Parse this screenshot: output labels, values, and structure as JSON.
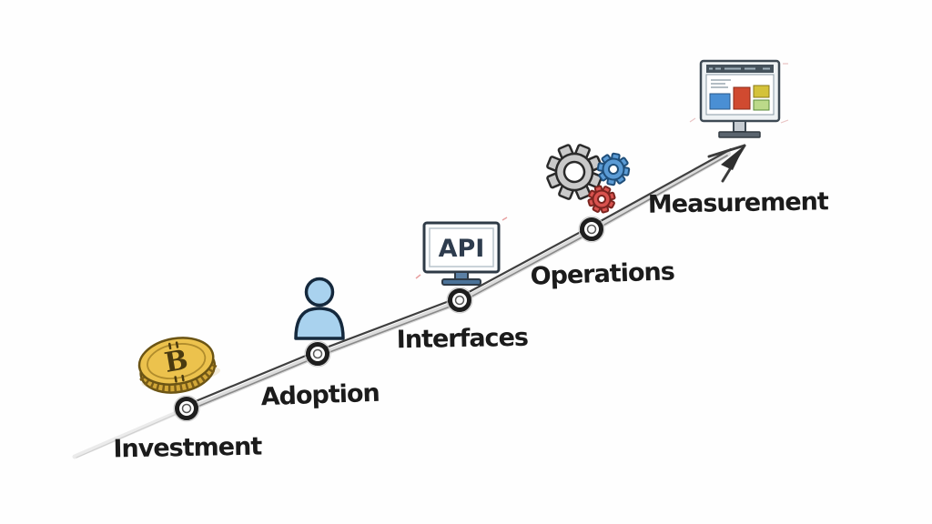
{
  "diagram": {
    "type": "ascending-timeline",
    "stages": [
      {
        "label": "Investment",
        "icon": "coin-icon"
      },
      {
        "label": "Adoption",
        "icon": "person-icon"
      },
      {
        "label": "Interfaces",
        "icon": "api-monitor-icon"
      },
      {
        "label": "Operations",
        "icon": "gears-icon"
      },
      {
        "label": "Measurement",
        "icon": "dashboard-monitor-icon"
      }
    ],
    "api_screen_text": "API",
    "coin_symbol": "B"
  },
  "colors": {
    "line": "#3f3f3f",
    "label_text": "#1b1b1b",
    "coin_gold": "#ecc24d",
    "coin_edge": "#d2a737",
    "coin_outline": "#6b5414",
    "person_blue": "#a9d2ee",
    "person_outline": "#15293d",
    "gear_gray": "#c9c9c9",
    "gear_blue": "#5b9bd5",
    "gear_red": "#d9534f",
    "api_text": "#2e3c4e",
    "monitor_frame": "#eef2f4",
    "toolbar_dark": "#45525c",
    "screen_block_blue": "#4a8fd4",
    "screen_block_red": "#d04a30",
    "screen_block_yellow": "#d4c23a",
    "screen_block_green": "#bcd98a"
  }
}
